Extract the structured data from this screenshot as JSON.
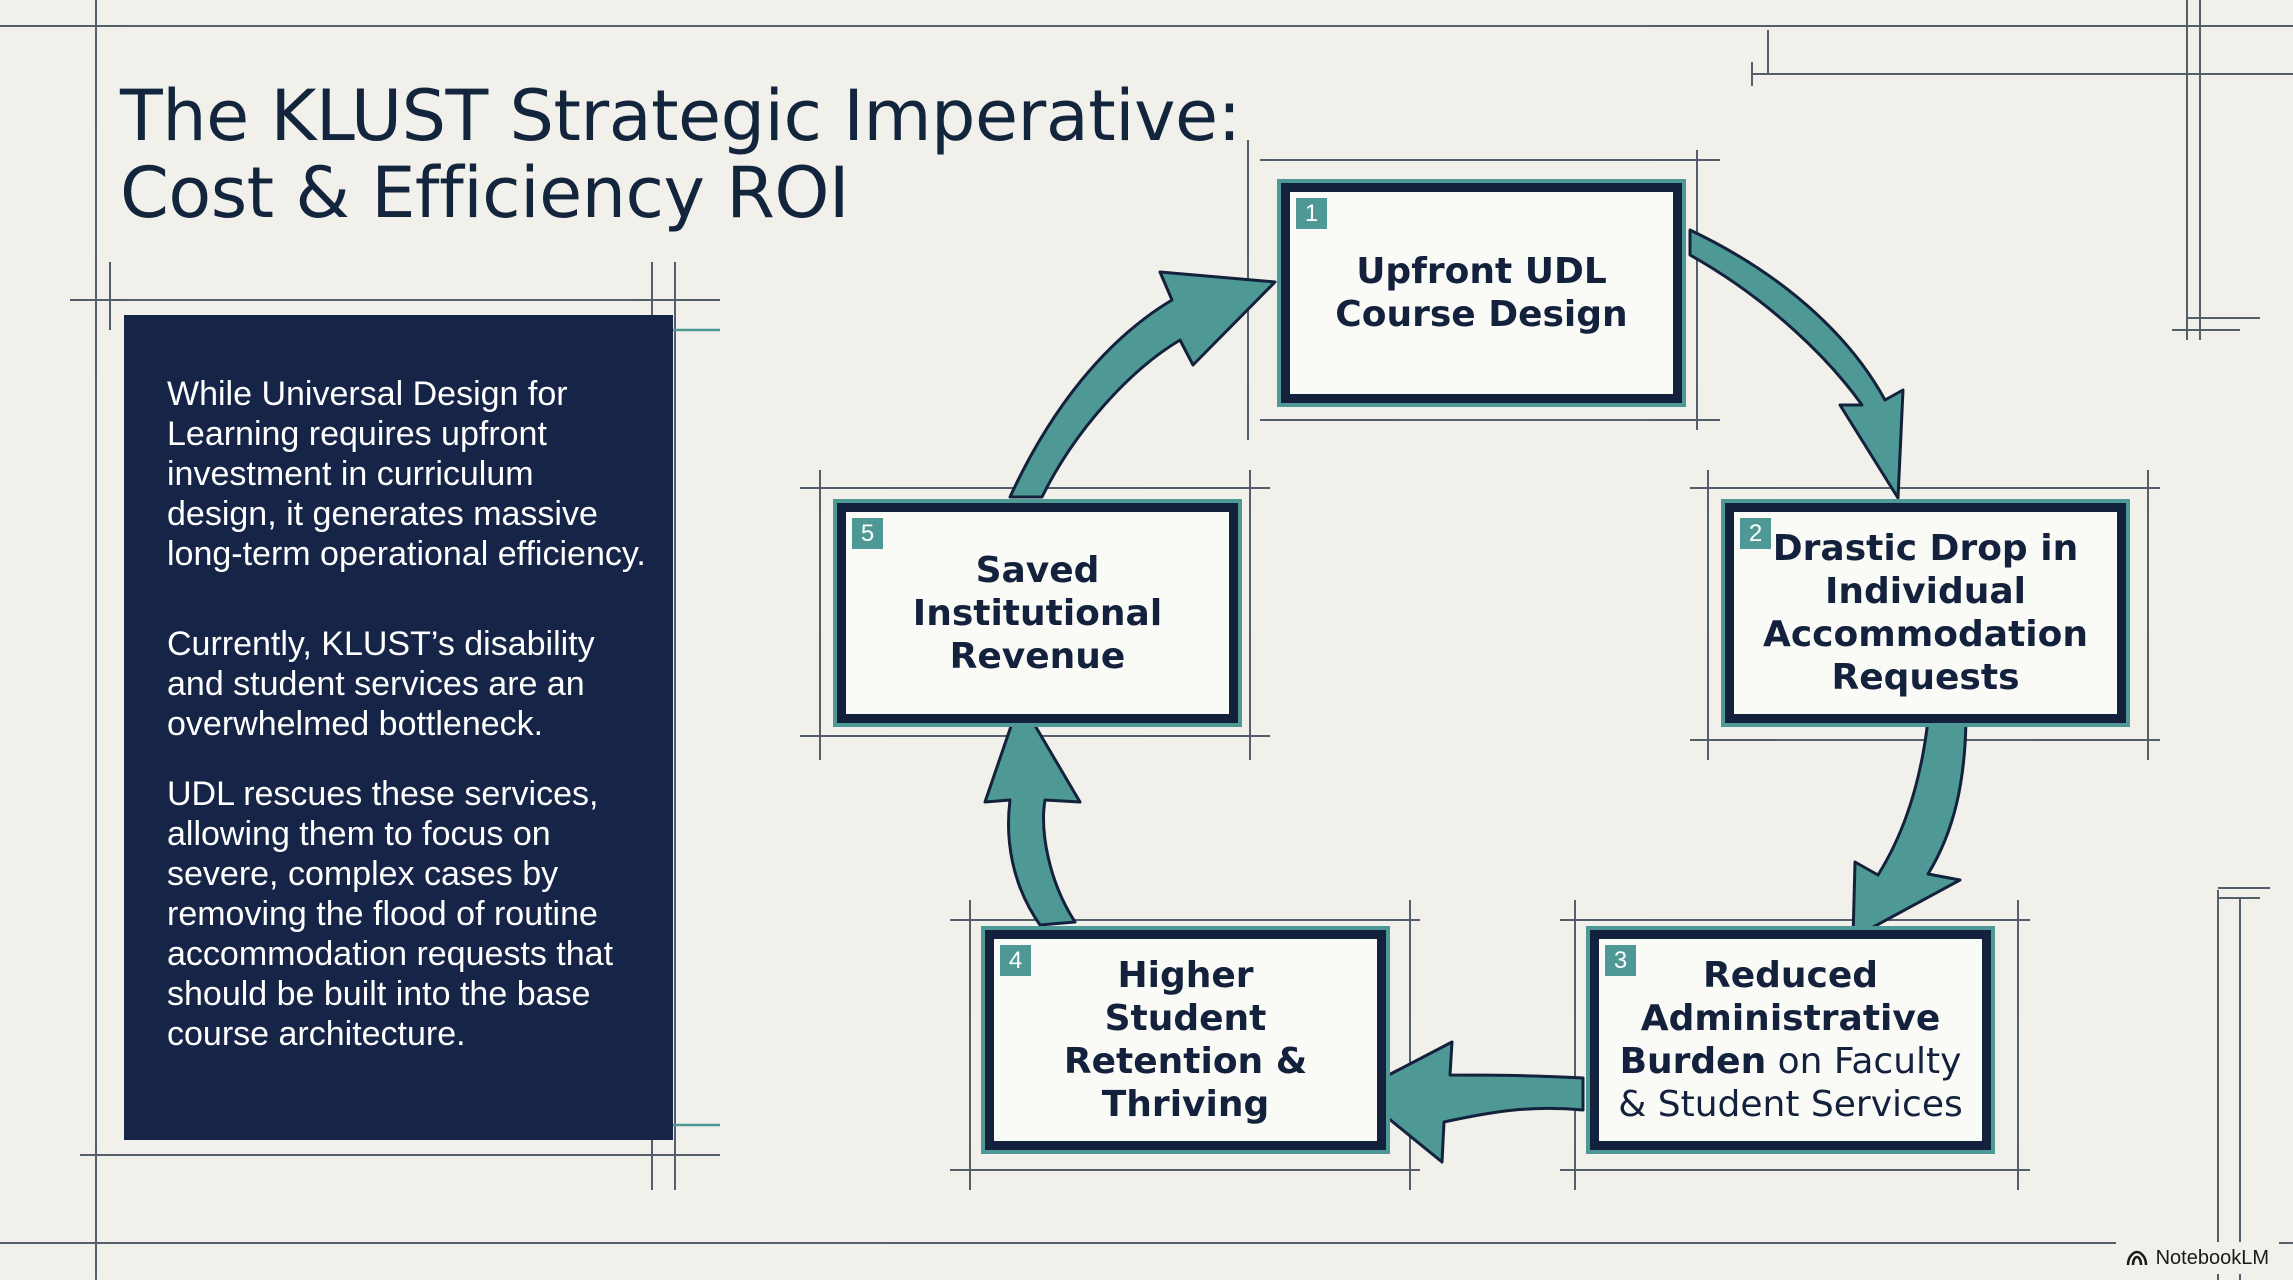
{
  "title": {
    "line1": "The KLUST Strategic Imperative:",
    "line2": "Cost & Efficiency ROI"
  },
  "panel": {
    "paragraphs": [
      "While Universal Design for Learning requires upfront investment in curriculum design, it generates massive long-term operational efficiency.",
      "Currently, KLUST’s disability and student services are an overwhelmed bottleneck.",
      "UDL rescues these services, allowing them to focus on severe, complex cases by removing the flood of routine accommodation requests that should be built into the base course architecture."
    ]
  },
  "cycle": {
    "nodes": [
      {
        "number": "1",
        "bold": "Upfront UDL Course Design",
        "regular": ""
      },
      {
        "number": "2",
        "bold": "Drastic Drop in Individual Accommodation Requests",
        "regular": ""
      },
      {
        "number": "3",
        "bold": "Reduced Administrative Burden",
        "regular": " on Faculty & Student Services"
      },
      {
        "number": "4",
        "bold": "Higher Student Retention & Thriving",
        "regular": ""
      },
      {
        "number": "5",
        "bold": "Saved Institutional Revenue",
        "regular": ""
      }
    ],
    "arrow_color": "#4e9896",
    "box_border_color": "#14213d"
  },
  "badge": {
    "text": "NotebookLM",
    "icon": "notebooklm-logo-icon"
  },
  "colors": {
    "background": "#f1f0ea",
    "panel": "#152447",
    "accent": "#4e9896",
    "text": "#13243d"
  }
}
